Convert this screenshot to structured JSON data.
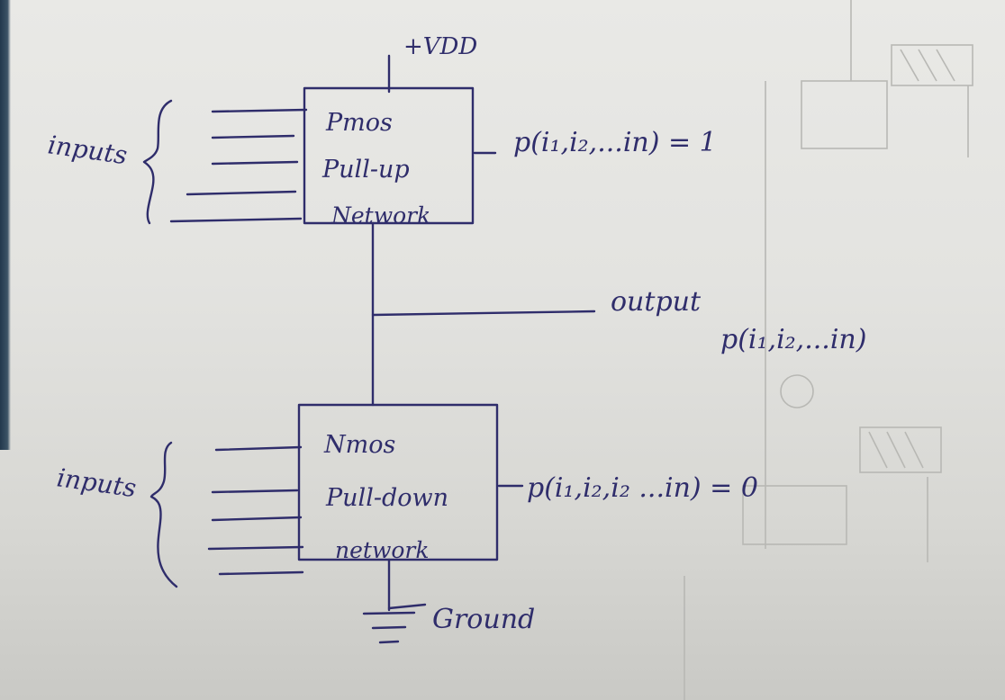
{
  "diagram": {
    "vdd_label": "+VDD",
    "pmos_block": {
      "line1": "Pmos",
      "line2": "Pull-up",
      "line3": "Network",
      "function_label": "p(i₁,i₂,...in) = 1"
    },
    "inputs_top_label": "inputs",
    "output_label": "output",
    "output_function": "p(i₁,i₂,...in)",
    "nmos_block": {
      "line1": "Nmos",
      "line2": "Pull-down",
      "line3": "network",
      "function_label": "p(i₁,i₂,i₂ ...in) = 0"
    },
    "inputs_bottom_label": "inputs",
    "ground_label": "Ground"
  },
  "colors": {
    "ink": "#2f2d6b",
    "paper": "#e6e6e3"
  }
}
